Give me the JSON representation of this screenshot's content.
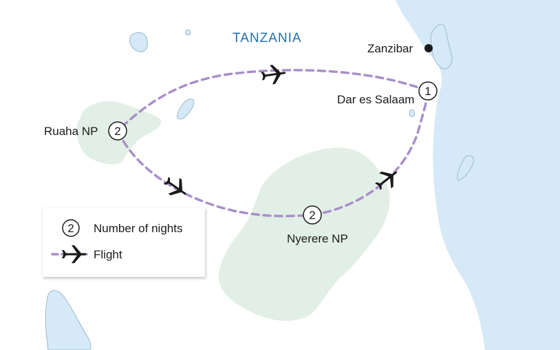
{
  "map": {
    "country_label": "TANZANIA",
    "colors": {
      "water": "#d5e9f6",
      "park": "#e2efe6",
      "route": "#a98ec9",
      "text": "#1a1a1a",
      "country": "#1f6fb0"
    },
    "places": {
      "zanzibar": "Zanzibar",
      "dar": "Dar es Salaam",
      "ruaha": "Ruaha NP",
      "nyerere": "Nyerere NP"
    },
    "stops": {
      "dar_nights": "1",
      "ruaha_nights": "2",
      "nyerere_nights": "2"
    },
    "legend": {
      "nights_sample": "2",
      "nights_label": "Number of nights",
      "flight_label": "Flight"
    },
    "icons": [
      "airplane-icon",
      "location-dot-icon"
    ]
  }
}
